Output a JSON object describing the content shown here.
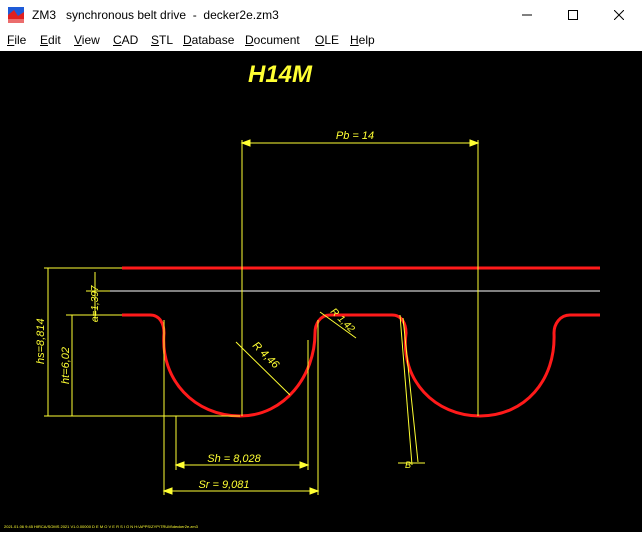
{
  "window": {
    "title": "ZM3   synchronous belt drive  -  decker2e.zm3",
    "minimize_glyph": "—",
    "maximize_glyph": "☐",
    "close_glyph": "✕"
  },
  "menu": {
    "items": [
      {
        "label": "File"
      },
      {
        "label": "Edit"
      },
      {
        "label": "View"
      },
      {
        "label": "CAD"
      },
      {
        "label": "STL"
      },
      {
        "label": "Database"
      },
      {
        "label": "Document"
      },
      {
        "label": "OLE"
      },
      {
        "label": "Help"
      }
    ]
  },
  "drawing": {
    "title": "H14M",
    "dimensions": {
      "pitch": "Pb = 14",
      "hs": "hs=8,814",
      "ht": "ht=6,02",
      "a": "a=1,397",
      "r_root": "R 4,46",
      "r_tip": "R 1,42",
      "sh": "Sh = 8,028",
      "sr": "Sr = 9,081",
      "beta": "B"
    },
    "footer": "2021.01.06 9:45   HIRCA/SOMS 2021 V1.0.00000   D E M O   V E R S I O N   H:\\APPS\\ZYP\\TRUM\\decker2e.zm3"
  },
  "colors": {
    "background": "#000000",
    "belt": "#ff1a1a",
    "dimension": "#ffff33",
    "pitch_line": "#ffffff"
  }
}
